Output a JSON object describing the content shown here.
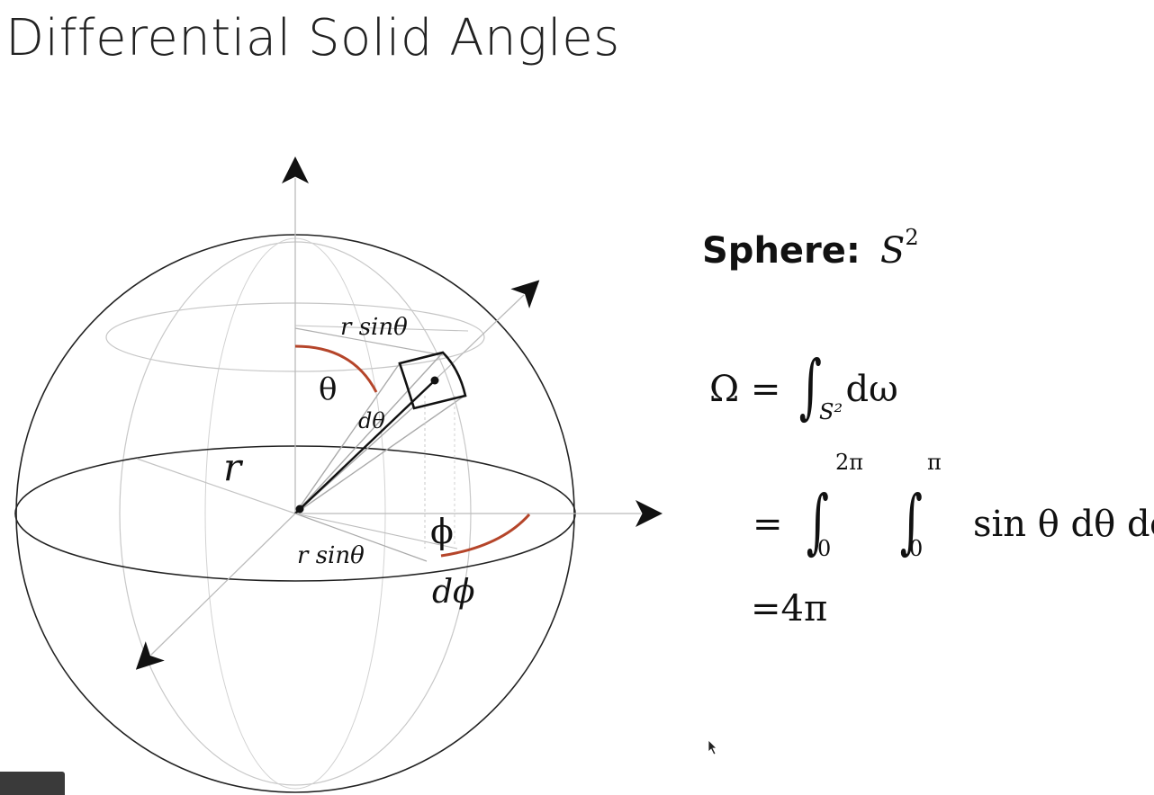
{
  "title": "Differential Solid Angles",
  "diagram": {
    "labels": {
      "r_sin_theta_top": "r sinθ",
      "theta": "θ",
      "d_theta": "dθ",
      "r": "r",
      "phi": "ϕ",
      "r_sin_theta_bottom": "r sinθ",
      "d_phi": "dϕ"
    },
    "colors": {
      "angle_arc": "#b5452a",
      "outline": "#222222",
      "guide": "#bbbbbb"
    }
  },
  "math": {
    "sphere_label": "Sphere:",
    "sphere_symbol": "S",
    "sphere_exponent": "2",
    "eq1": {
      "lhs": "Ω =",
      "integral_sub": "S²",
      "integrand": "dω"
    },
    "eq2": {
      "prefix": "=",
      "outer_upper": "2π",
      "outer_lower": "0",
      "inner_upper": "π",
      "inner_lower": "0",
      "integrand": "sin θ dθ dϕ"
    },
    "eq3": "=4π"
  }
}
